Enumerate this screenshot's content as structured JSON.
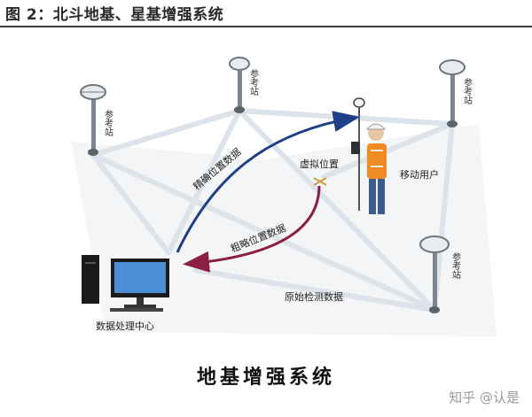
{
  "title": "图 2：北斗地基、星基增强系统",
  "caption": "地基增强系统",
  "watermark": "知乎 @认是",
  "diagram": {
    "reference_station_label": "参考站",
    "precise_position_label": "精确位置数据",
    "rough_position_label": "粗略位置数据",
    "virtual_position_label": "虚拟位置",
    "mobile_user_label": "移动用户",
    "raw_observation_label": "原始检测数据",
    "data_center_label": "数据处理中心"
  },
  "colors": {
    "precise_arrow": "#1f3f86",
    "rough_arrow": "#8c1e45",
    "network_line": "#dde3ea"
  }
}
